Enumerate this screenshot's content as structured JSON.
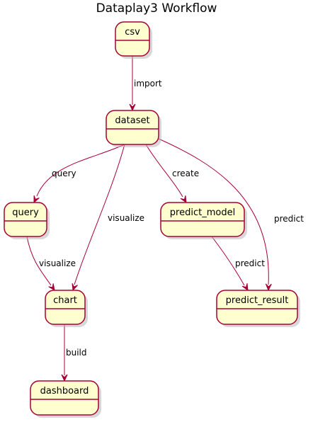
{
  "diagram": {
    "title": "Dataplay3 Workflow",
    "colors": {
      "node_fill": "#FEFECE",
      "node_border": "#A80036",
      "edge": "#A80036",
      "text": "#000000",
      "background": "#FFFFFF"
    },
    "nodes": [
      {
        "id": "csv",
        "label": "csv"
      },
      {
        "id": "dataset",
        "label": "dataset"
      },
      {
        "id": "query",
        "label": "query"
      },
      {
        "id": "chart",
        "label": "chart"
      },
      {
        "id": "predict_model",
        "label": "predict_model"
      },
      {
        "id": "predict_result",
        "label": "predict_result"
      },
      {
        "id": "dashboard",
        "label": "dashboard"
      }
    ],
    "edges": [
      {
        "from": "csv",
        "to": "dataset",
        "label": "import"
      },
      {
        "from": "dataset",
        "to": "query",
        "label": "query"
      },
      {
        "from": "dataset",
        "to": "chart",
        "label": "visualize"
      },
      {
        "from": "dataset",
        "to": "predict_model",
        "label": "create"
      },
      {
        "from": "dataset",
        "to": "predict_result",
        "label": "predict"
      },
      {
        "from": "query",
        "to": "chart",
        "label": "visualize"
      },
      {
        "from": "predict_model",
        "to": "predict_result",
        "label": "predict"
      },
      {
        "from": "chart",
        "to": "dashboard",
        "label": "build"
      }
    ]
  }
}
